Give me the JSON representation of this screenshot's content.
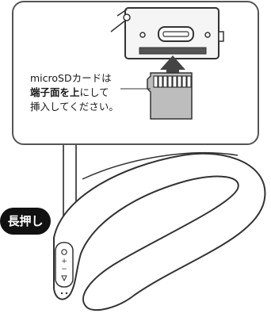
{
  "callout": {
    "line1": "microSDカードは",
    "line2_bold": "端子面を上",
    "line2_rest": "にして",
    "line3": "挿入してください。"
  },
  "badge": {
    "label": "長押し"
  },
  "colors": {
    "card_fill": "#bdbdbd",
    "arrow_fill": "#444444",
    "badge_bg": "#111111",
    "outline": "#333333"
  }
}
